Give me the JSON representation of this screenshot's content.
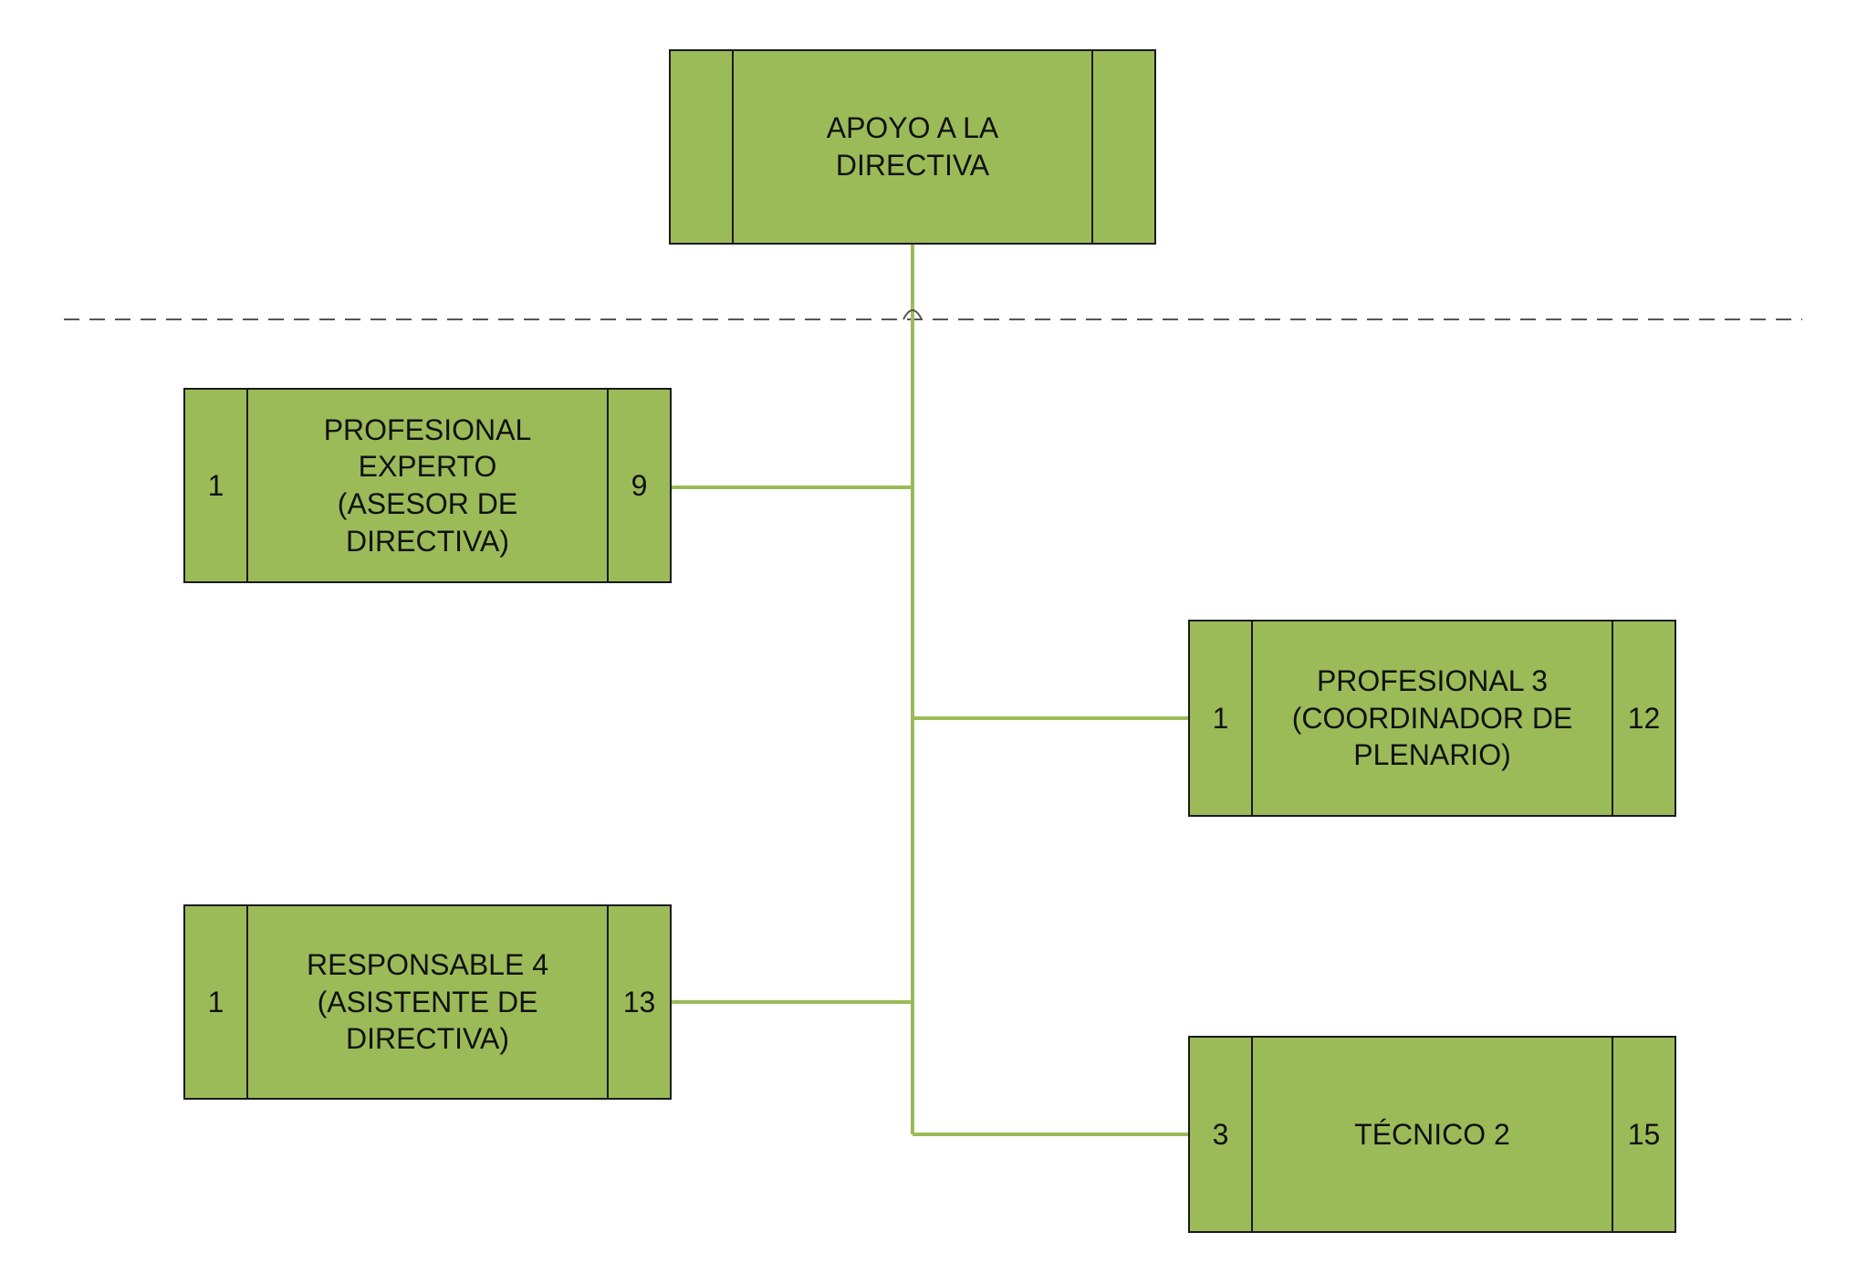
{
  "colors": {
    "box_fill": "#9bbb59",
    "box_border": "#1a1a1a",
    "connector": "#9bbb59",
    "separator": "#555555"
  },
  "nodes": {
    "root": {
      "label_lines": [
        "APOYO A LA",
        "DIRECTIVA"
      ],
      "left_value": "",
      "right_value": ""
    },
    "profesional_experto": {
      "label_lines": [
        "PROFESIONAL",
        "EXPERTO",
        "(ASESOR DE",
        "DIRECTIVA)"
      ],
      "left_value": "1",
      "right_value": "9"
    },
    "profesional_3": {
      "label_lines": [
        "PROFESIONAL 3",
        "(COORDINADOR DE",
        "PLENARIO)"
      ],
      "left_value": "1",
      "right_value": "12"
    },
    "responsable_4": {
      "label_lines": [
        "RESPONSABLE 4",
        "(ASISTENTE DE",
        "DIRECTIVA)"
      ],
      "left_value": "1",
      "right_value": "13"
    },
    "tecnico_2": {
      "label_lines": [
        "TÉCNICO 2"
      ],
      "left_value": "3",
      "right_value": "15"
    }
  }
}
